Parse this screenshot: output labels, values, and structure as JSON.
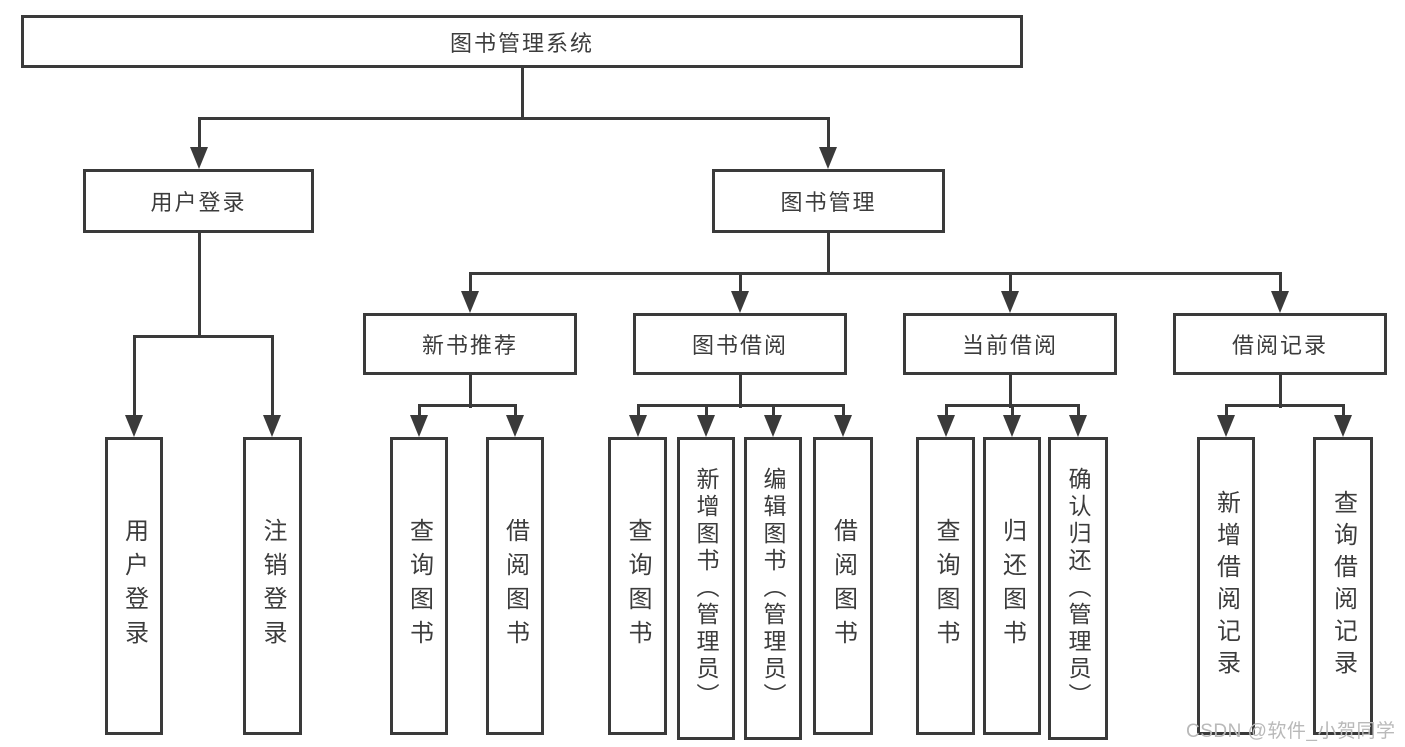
{
  "diagram": {
    "title": "图书管理系统",
    "root": {
      "label": "图书管理系统"
    },
    "level2": [
      {
        "label": "用户登录"
      },
      {
        "label": "图书管理"
      }
    ],
    "level3": [
      {
        "label": "新书推荐"
      },
      {
        "label": "图书借阅"
      },
      {
        "label": "当前借阅"
      },
      {
        "label": "借阅记录"
      }
    ],
    "level4": {
      "user": [
        {
          "label": "用户登录"
        },
        {
          "label": "注销登录"
        }
      ],
      "recommend": [
        {
          "label": "查询图书"
        },
        {
          "label": "借阅图书"
        }
      ],
      "borrow": [
        {
          "label": "查询图书"
        },
        {
          "label": "新增图书（管理员）"
        },
        {
          "label": "编辑图书（管理员）"
        },
        {
          "label": "借阅图书"
        }
      ],
      "current": [
        {
          "label": "查询图书"
        },
        {
          "label": "归还图书"
        },
        {
          "label": "确认归还（管理员）"
        }
      ],
      "records": [
        {
          "label": "新增借阅记录"
        },
        {
          "label": "查询借阅记录"
        }
      ]
    }
  },
  "watermark": {
    "text": "CSDN @软件_小贺同学"
  },
  "colors": {
    "line": "#3a3a3a",
    "text": "#3c3c3c",
    "watermark": "#b9b9b9",
    "background": "#ffffff"
  }
}
